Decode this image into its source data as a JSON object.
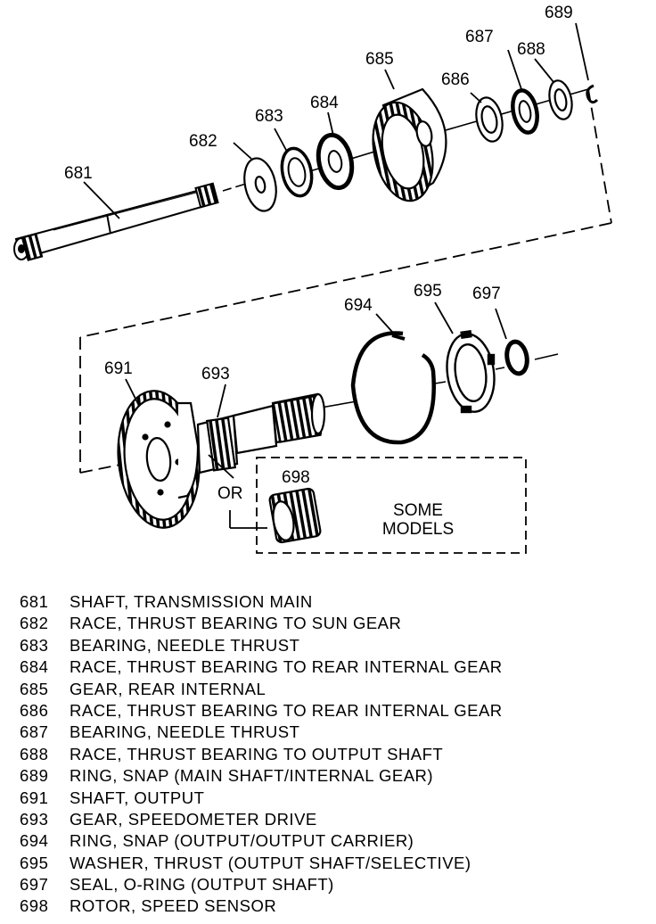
{
  "callouts": {
    "c681": "681",
    "c682": "682",
    "c683": "683",
    "c684": "684",
    "c685": "685",
    "c686": "686",
    "c687": "687",
    "c688": "688",
    "c689": "689",
    "c691": "691",
    "c693": "693",
    "c694": "694",
    "c695": "695",
    "c697": "697",
    "c698": "698"
  },
  "or_label": "OR",
  "some_models": {
    "line1": "SOME",
    "line2": "MODELS"
  },
  "legend": [
    {
      "num": "681",
      "desc": "SHAFT, TRANSMISSION MAIN"
    },
    {
      "num": "682",
      "desc": "RACE, THRUST BEARING TO SUN GEAR"
    },
    {
      "num": "683",
      "desc": "BEARING, NEEDLE THRUST"
    },
    {
      "num": "684",
      "desc": "RACE, THRUST BEARING TO REAR INTERNAL GEAR"
    },
    {
      "num": "685",
      "desc": "GEAR, REAR INTERNAL"
    },
    {
      "num": "686",
      "desc": "RACE, THRUST BEARING TO REAR INTERNAL GEAR"
    },
    {
      "num": "687",
      "desc": "BEARING, NEEDLE THRUST"
    },
    {
      "num": "688",
      "desc": "RACE, THRUST BEARING TO OUTPUT SHAFT"
    },
    {
      "num": "689",
      "desc": "RING, SNAP (MAIN SHAFT/INTERNAL GEAR)"
    },
    {
      "num": "691",
      "desc": "SHAFT, OUTPUT"
    },
    {
      "num": "693",
      "desc": "GEAR, SPEEDOMETER DRIVE"
    },
    {
      "num": "694",
      "desc": "RING, SNAP (OUTPUT/OUTPUT CARRIER)"
    },
    {
      "num": "695",
      "desc": "WASHER, THRUST (OUTPUT SHAFT/SELECTIVE)"
    },
    {
      "num": "697",
      "desc": "SEAL, O-RING (OUTPUT SHAFT)"
    },
    {
      "num": "698",
      "desc": "ROTOR, SPEED SENSOR"
    }
  ]
}
